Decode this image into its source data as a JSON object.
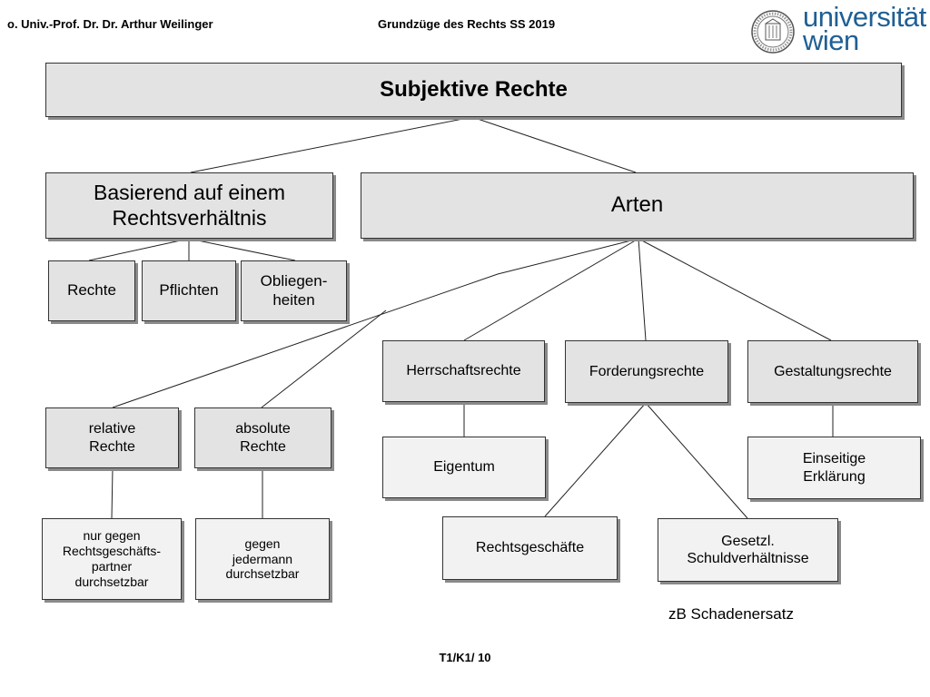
{
  "header": {
    "author": "o. Univ.-Prof. Dr. Dr. Arthur Weilinger",
    "course": "Grundzüge des Rechts SS 2019",
    "logo_line1": "universität",
    "logo_line2": "wien"
  },
  "diagram": {
    "root": "Subjektive Rechte",
    "basis": {
      "title_line1": "Basierend auf einem",
      "title_line2": "Rechtsverhältnis",
      "rechte": "Rechte",
      "pflichten": "Pflichten",
      "obliegen_line1": "Obliegen-",
      "obliegen_line2": "heiten"
    },
    "arten": {
      "title": "Arten",
      "relative_line1": "relative",
      "relative_line2": "Rechte",
      "absolute_line1": "absolute",
      "absolute_line2": "Rechte",
      "relative_detail_line1": "nur gegen",
      "relative_detail_line2": "Rechtsgeschäfts-",
      "relative_detail_line3": "partner",
      "relative_detail_line4": "durchsetzbar",
      "absolute_detail_line1": "gegen",
      "absolute_detail_line2": "jedermann",
      "absolute_detail_line3": "durchsetzbar",
      "herrschaft": "Herrschaftsrechte",
      "eigentum": "Eigentum",
      "forderung": "Forderungsrechte",
      "rechtsgeschaefte": "Rechtsgeschäfte",
      "schuld_line1": "Gesetzl.",
      "schuld_line2": "Schuldverhältnisse",
      "schuld_example": "zB Schadenersatz",
      "gestaltung": "Gestaltungsrechte",
      "einseitig_line1": "Einseitige",
      "einseitig_line2": "Erklärung"
    }
  },
  "footer": {
    "page": "T1/K1/ 10"
  }
}
